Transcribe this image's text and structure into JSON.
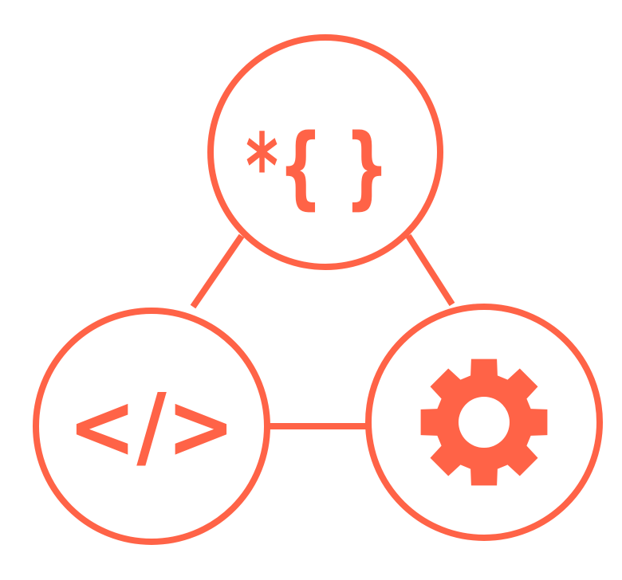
{
  "diagram": {
    "accent_color": "#ff6347",
    "background": "#ffffff",
    "nodes": [
      {
        "id": "css",
        "icon": "curly-braces-icon",
        "label": "*{ }"
      },
      {
        "id": "html",
        "icon": "code-tags-icon",
        "label": "</>"
      },
      {
        "id": "settings",
        "icon": "gear-icon",
        "label": ""
      }
    ],
    "edges": [
      {
        "from": "css",
        "to": "html"
      },
      {
        "from": "css",
        "to": "settings"
      },
      {
        "from": "html",
        "to": "settings"
      }
    ]
  }
}
